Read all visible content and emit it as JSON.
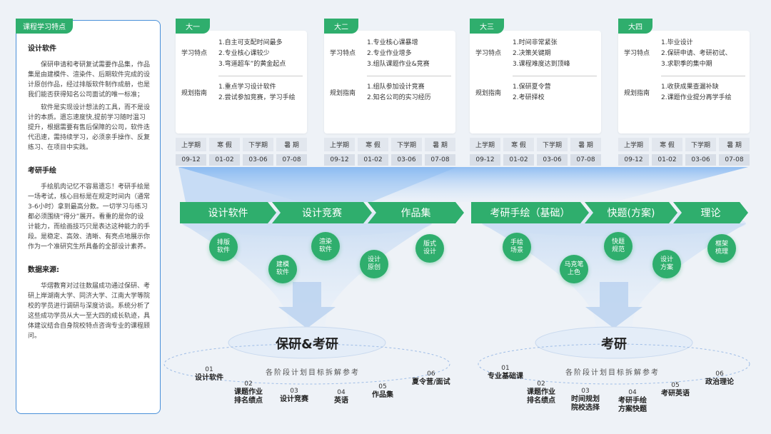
{
  "left": {
    "tag": "课程学习特点",
    "sections": [
      {
        "title": "设计软件",
        "paras": [
          "保研申请和考研复试需要作品集，作品集是由建模件、渲染件、后期软件完成的设计原创作品，经过排版软件制作成册，也是我们能否获得知名公司面试的唯一标准；",
          "软件是实现设计想法的工具，而不是设计的本质。遗忘速度快,提前学习随时温习提升，根据需要有售后保障的公司，软件迭代迅速，需持续学习，必须亲手操作、反复练习、在项目中实践。"
        ]
      },
      {
        "title": "考研手绘",
        "paras": [
          "手绘肌肉记忆不容易遗忘！考研手绘是一场考试，核心目标是在规定时间内（通常3-6小时）拿到最高分数。一切学习与练习都必须围绕“得分”展开。看重的是你的设计能力，而绘画技巧只是表达这种能力的手段。是稳定、高效、清晰、有亮点地展示你作为一个准研究生所具备的全部设计素养。"
        ]
      },
      {
        "title": "数据来源:",
        "paras": [
          "华熠教育对过往数届成功通过保研、考研上岸湖南大学、同济大学、江南大学等院校的学员进行调研与深度访谈。系统分析了这些成功学员从大一至大四的成长轨迹，具体建议结合自身院校特点咨询专业的课程顾问。"
        ]
      }
    ]
  },
  "years": [
    {
      "tag": "大一",
      "features_label": "学习特点",
      "features": [
        "1.自主可支配时间最多",
        "2.专业核心课较少",
        "3.弯道超车”的黄金起点"
      ],
      "plan_label": "规划指南",
      "plans": [
        "1.重点学习设计软件",
        "2.尝试参加竞赛，学习手绘"
      ]
    },
    {
      "tag": "大二",
      "features_label": "学习特点",
      "features": [
        "1.专业核心课暴增",
        "2.专业作业增多",
        "3.组队课题作业&竞赛"
      ],
      "plan_label": "规划指南",
      "plans": [
        "1.组队参加设计竞赛",
        "2.知名公司的实习经历"
      ]
    },
    {
      "tag": "大三",
      "features_label": "学习特点",
      "features": [
        "1.时间非常紧张",
        "2.决策关键期",
        "3.课程难度达到顶峰"
      ],
      "plan_label": "规划指南",
      "plans": [
        "1.保研夏令营",
        "2.考研择校"
      ]
    },
    {
      "tag": "大四",
      "features_label": "学习特点",
      "features": [
        "1.毕业设计",
        "2.保研申请、考研初试、",
        "3.求职季的集中期"
      ],
      "plan_label": "规划指南",
      "plans": [
        "1.收获成果查漏补缺",
        "2.课题作业提分再学手绘"
      ]
    }
  ],
  "semesters": [
    "上学期",
    "寒 假",
    "下学期",
    "暑 期"
  ],
  "semester_dates": [
    "09-12",
    "01-02",
    "03-06",
    "07-08"
  ],
  "banner_left": [
    "设计软件",
    "设计竞赛",
    "作品集"
  ],
  "banner_right": [
    "考研手绘（基础）",
    "快题(方案)",
    "理论"
  ],
  "circles_left": [
    "排版\n软件",
    "建模\n软件",
    "渲染\n软件",
    "设计\n原创",
    "版式\n设计"
  ],
  "circles_right": [
    "手绘\n场景",
    "马克笔\n上色",
    "快题\n规范",
    "设计\n方案",
    "框架\n梳理"
  ],
  "funnel_left_title": "保研&考研",
  "funnel_right_title": "考研",
  "ring_text": "各阶段计划目标拆解参考",
  "steps_left": [
    {
      "num": "01",
      "label": "设计软件"
    },
    {
      "num": "02",
      "label": "课题作业\n排名绩点"
    },
    {
      "num": "03",
      "label": "设计竞赛"
    },
    {
      "num": "04",
      "label": "英语"
    },
    {
      "num": "05",
      "label": "作品集"
    },
    {
      "num": "06",
      "label": "夏令营/面试"
    }
  ],
  "steps_right": [
    {
      "num": "01",
      "label": "专业基础课"
    },
    {
      "num": "02",
      "label": "课题作业\n排名绩点"
    },
    {
      "num": "03",
      "label": "时间规划\n院校选择"
    },
    {
      "num": "04",
      "label": "考研手绘\n方案快题"
    },
    {
      "num": "05",
      "label": "考研英语"
    },
    {
      "num": "06",
      "label": "政治理论"
    }
  ],
  "colors": {
    "green": "#2fae6d",
    "blue": "#4a90d9"
  }
}
